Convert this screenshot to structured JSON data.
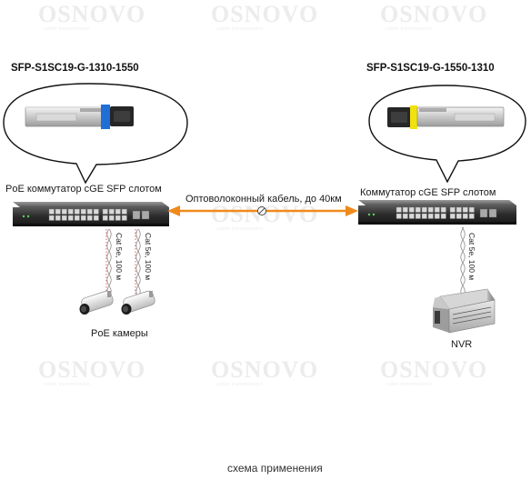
{
  "watermark": {
    "brand": "OSNOVO",
    "tagline": "cable transmission"
  },
  "left": {
    "module_model": "SFP-S1SC19-G-1310-1550",
    "switch_label": "PoE коммутатор cGE SFP слотом",
    "cable_labels": [
      "Cat 5e, 100 м",
      "Cat 5e, 100 м"
    ],
    "cameras_label": "PoE камеры"
  },
  "right": {
    "module_model": "SFP-S1SC19-G-1550-1310",
    "switch_label": "Коммутатор cGE SFP слотом",
    "cable_label": "Cat 5e, 100 м",
    "nvr_label": "NVR"
  },
  "link": {
    "label": "Оптоволоконный кабель, до 40км",
    "color": "#f08a1c"
  },
  "caption": "схема применения"
}
